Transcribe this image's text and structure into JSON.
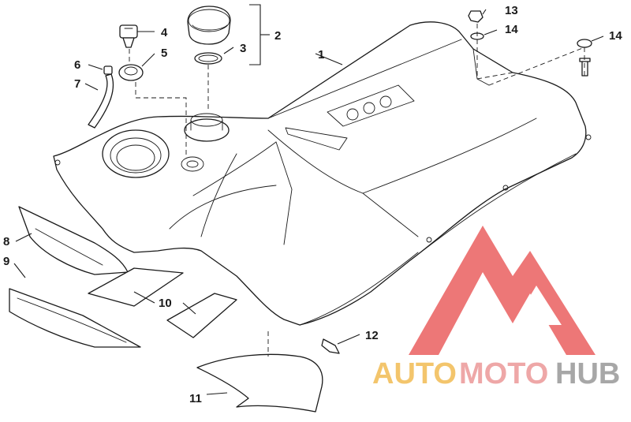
{
  "diagram": {
    "callouts": [
      {
        "id": "c1",
        "label": "1"
      },
      {
        "id": "c2",
        "label": "2"
      },
      {
        "id": "c3",
        "label": "3"
      },
      {
        "id": "c4",
        "label": "4"
      },
      {
        "id": "c5",
        "label": "5"
      },
      {
        "id": "c6",
        "label": "6"
      },
      {
        "id": "c7",
        "label": "7"
      },
      {
        "id": "c8",
        "label": "8"
      },
      {
        "id": "c9",
        "label": "9"
      },
      {
        "id": "c10",
        "label": "10"
      },
      {
        "id": "c11",
        "label": "11"
      },
      {
        "id": "c12",
        "label": "12"
      },
      {
        "id": "c13",
        "label": "13"
      },
      {
        "id": "c14a",
        "label": "14"
      },
      {
        "id": "c14b",
        "label": "14"
      }
    ]
  },
  "watermark": {
    "text_auto": "AUTO",
    "text_moto": "MOTO",
    "text_hub": "HUB",
    "colors": {
      "logo_red": "#e84a4a",
      "auto": "#f0b23c",
      "moto": "#e98a8a",
      "hub": "#8a8a8a"
    }
  }
}
